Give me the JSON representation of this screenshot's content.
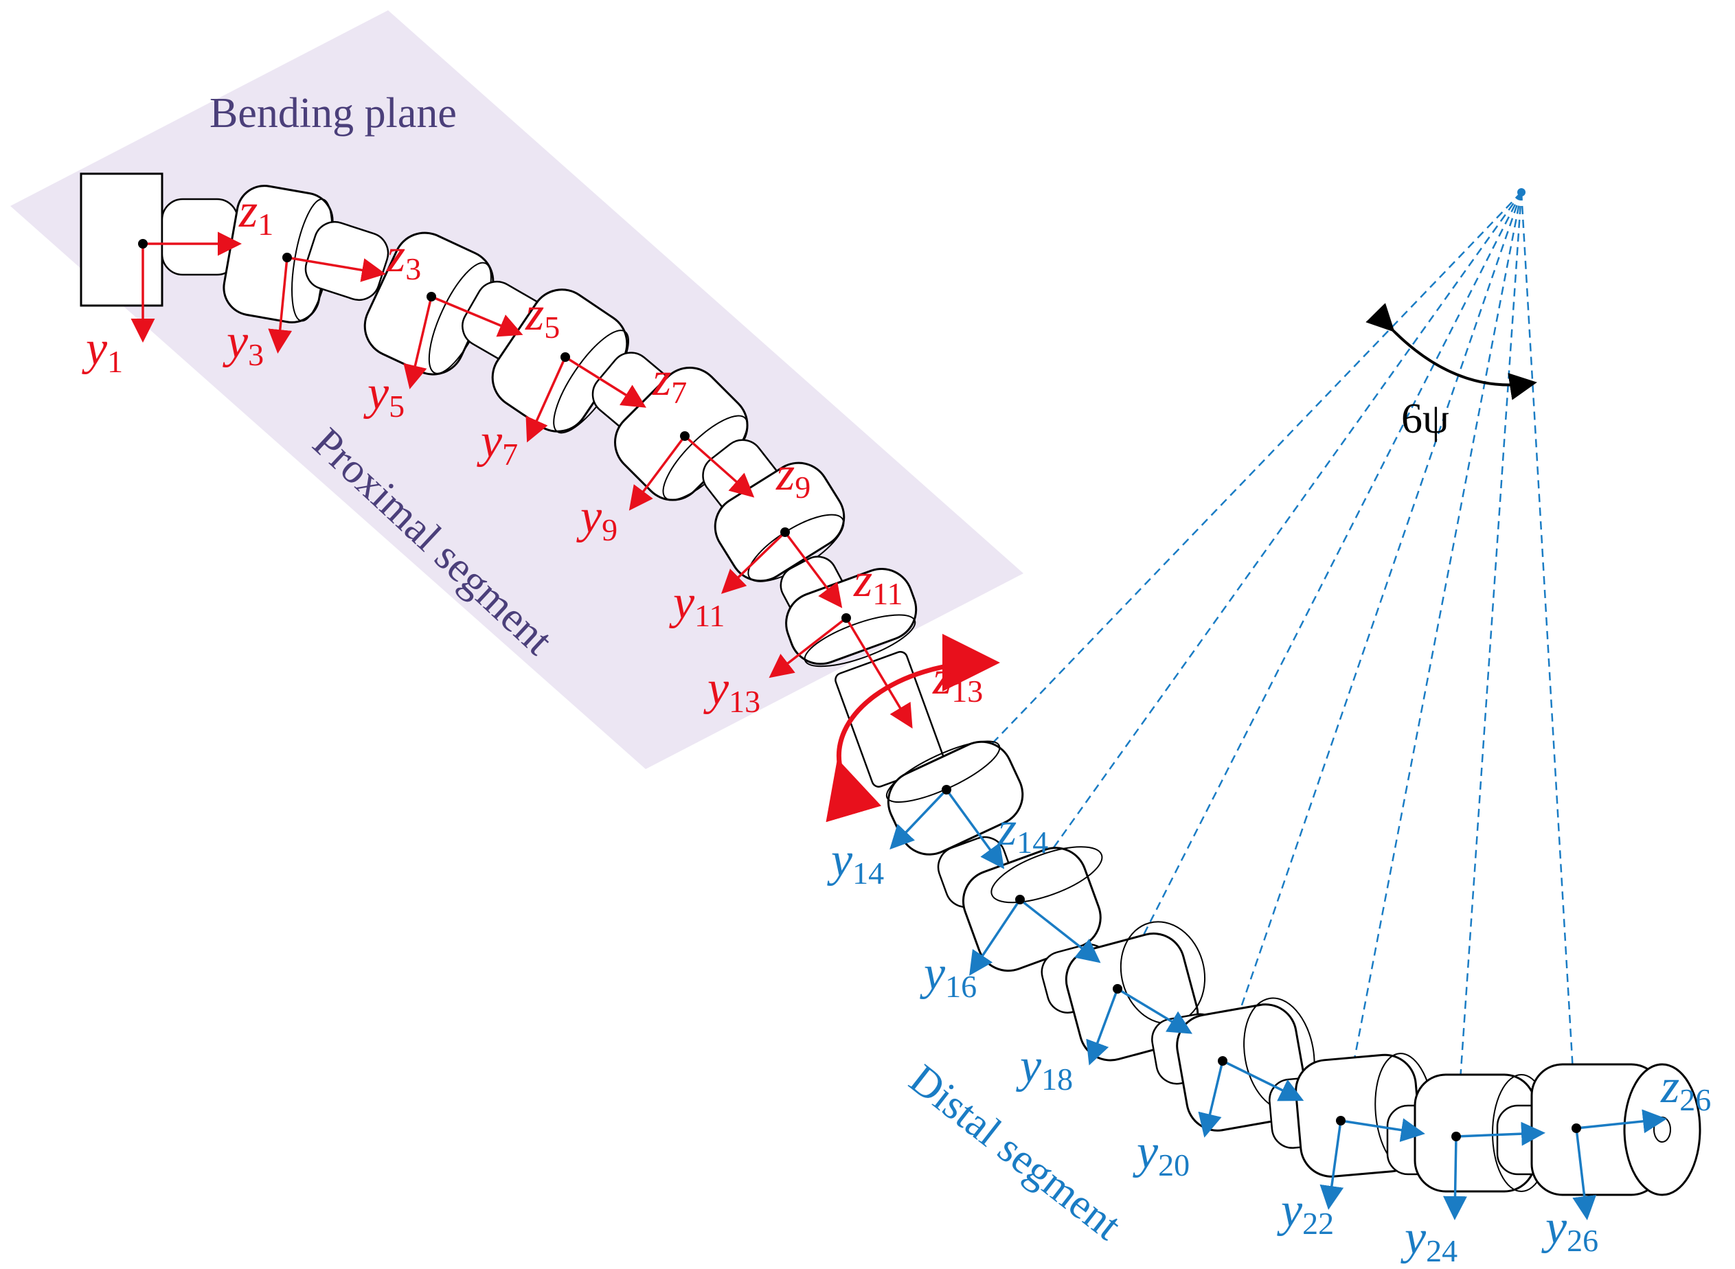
{
  "labels": {
    "bending_plane": "Bending plane",
    "proximal_segment": "Proximal segment",
    "distal_segment": "Distal segment",
    "angle": "6ψ"
  },
  "colors": {
    "proximal": "#e8101c",
    "distal": "#1a7cc4",
    "plane": "#ece6f3",
    "plane_text": "#4b3f7a",
    "angle": "#000000"
  },
  "proximal_frames": [
    {
      "z": "z",
      "z_sub": "1",
      "y": "y",
      "y_sub": "1"
    },
    {
      "z": "z",
      "z_sub": "3",
      "y": "y",
      "y_sub": "3"
    },
    {
      "z": "z",
      "z_sub": "5",
      "y": "y",
      "y_sub": "5"
    },
    {
      "z": "z",
      "z_sub": "7",
      "y": "y",
      "y_sub": "7"
    },
    {
      "z": "z",
      "z_sub": "9",
      "y": "y",
      "y_sub": "9"
    },
    {
      "z": "z",
      "z_sub": "11",
      "y": "y",
      "y_sub": "11"
    },
    {
      "z": "z",
      "z_sub": "13",
      "y": "y",
      "y_sub": "13"
    }
  ],
  "distal_frames": [
    {
      "z": "z",
      "z_sub": "14",
      "y": "y",
      "y_sub": "14"
    },
    {
      "y": "y",
      "y_sub": "16"
    },
    {
      "y": "y",
      "y_sub": "18"
    },
    {
      "y": "y",
      "y_sub": "20"
    },
    {
      "y": "y",
      "y_sub": "22"
    },
    {
      "y": "y",
      "y_sub": "24"
    },
    {
      "z": "z",
      "z_sub": "26",
      "y": "y",
      "y_sub": "26"
    }
  ]
}
